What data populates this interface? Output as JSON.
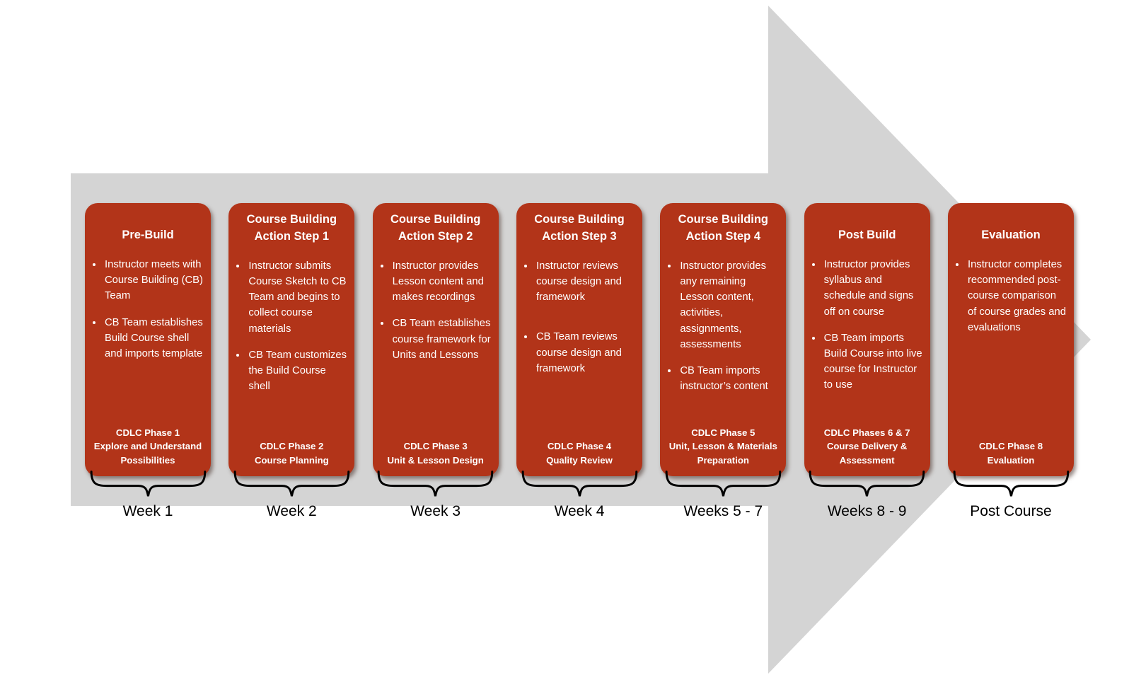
{
  "colors": {
    "arrow": "#d4d4d4",
    "card": "#b23419",
    "text_on_card": "#ffffff",
    "label_text": "#000000"
  },
  "cards": [
    {
      "title": "Pre-Build",
      "bullets": [
        "Instructor meets with Course Building (CB) Team",
        "CB Team establishes Build Course shell and imports template"
      ],
      "phase_line1": "CDLC Phase 1",
      "phase_line2": "Explore and Understand Possibilities",
      "week": "Week 1"
    },
    {
      "title": "Course Building Action Step 1",
      "bullets": [
        "Instructor submits Course Sketch to CB Team and begins to collect course materials",
        "CB Team customizes the Build Course shell"
      ],
      "phase_line1": "CDLC Phase 2",
      "phase_line2": "Course Planning",
      "week": "Week 2"
    },
    {
      "title": "Course Building Action Step 2",
      "bullets": [
        "Instructor provides Lesson content and makes recordings",
        "CB Team establishes course framework for Units and Lessons"
      ],
      "phase_line1": "CDLC Phase 3",
      "phase_line2": "Unit & Lesson Design",
      "week": "Week 3"
    },
    {
      "title": "Course Building Action Step 3",
      "bullets": [
        "Instructor reviews course design and framework",
        "CB Team reviews course design and framework"
      ],
      "phase_line1": "CDLC Phase 4",
      "phase_line2": "Quality Review",
      "week": "Week 4"
    },
    {
      "title": "Course Building Action Step 4",
      "bullets": [
        "Instructor provides any remaining Lesson content, activities, assignments, assessments",
        "CB Team imports instructor’s content"
      ],
      "phase_line1": "CDLC Phase 5",
      "phase_line2": "Unit, Lesson & Materials Preparation",
      "week": "Weeks 5 - 7"
    },
    {
      "title": "Post Build",
      "bullets": [
        "Instructor provides syllabus and schedule and signs off on course",
        "CB Team imports Build Course into live course for Instructor to use"
      ],
      "phase_line1": "CDLC Phases 6 & 7",
      "phase_line2": "Course Delivery & Assessment",
      "week": "Weeks 8 - 9"
    },
    {
      "title": "Evaluation",
      "bullets": [
        "Instructor completes recommended post-course comparison of course grades and evaluations"
      ],
      "phase_line1": "CDLC Phase 8",
      "phase_line2": "Evaluation",
      "week": "Post Course"
    }
  ]
}
